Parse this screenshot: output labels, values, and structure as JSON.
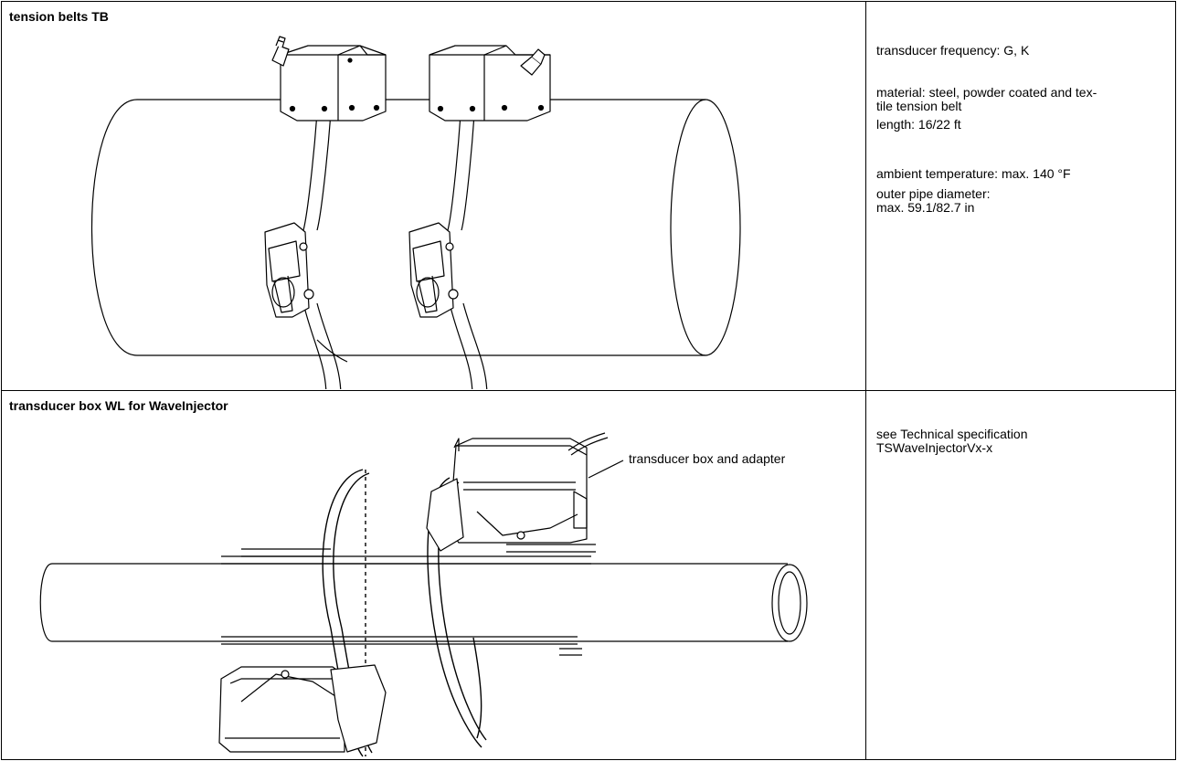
{
  "sections": [
    {
      "heading": "tension belts TB",
      "specs": [
        "transducer frequency: G, K",
        "material: steel, powder coated and tex-",
        "tile tension belt",
        "length: 16/22 ft",
        "ambient temperature: max. 140 °F",
        "outer pipe diameter:",
        "max. 59.1/82.7 in"
      ]
    },
    {
      "heading": "transducer box WL for WaveInjector",
      "callout": "transducer box and adapter",
      "specs": [
        "see Technical specification",
        "TSWaveInjectorVx-x"
      ]
    }
  ]
}
